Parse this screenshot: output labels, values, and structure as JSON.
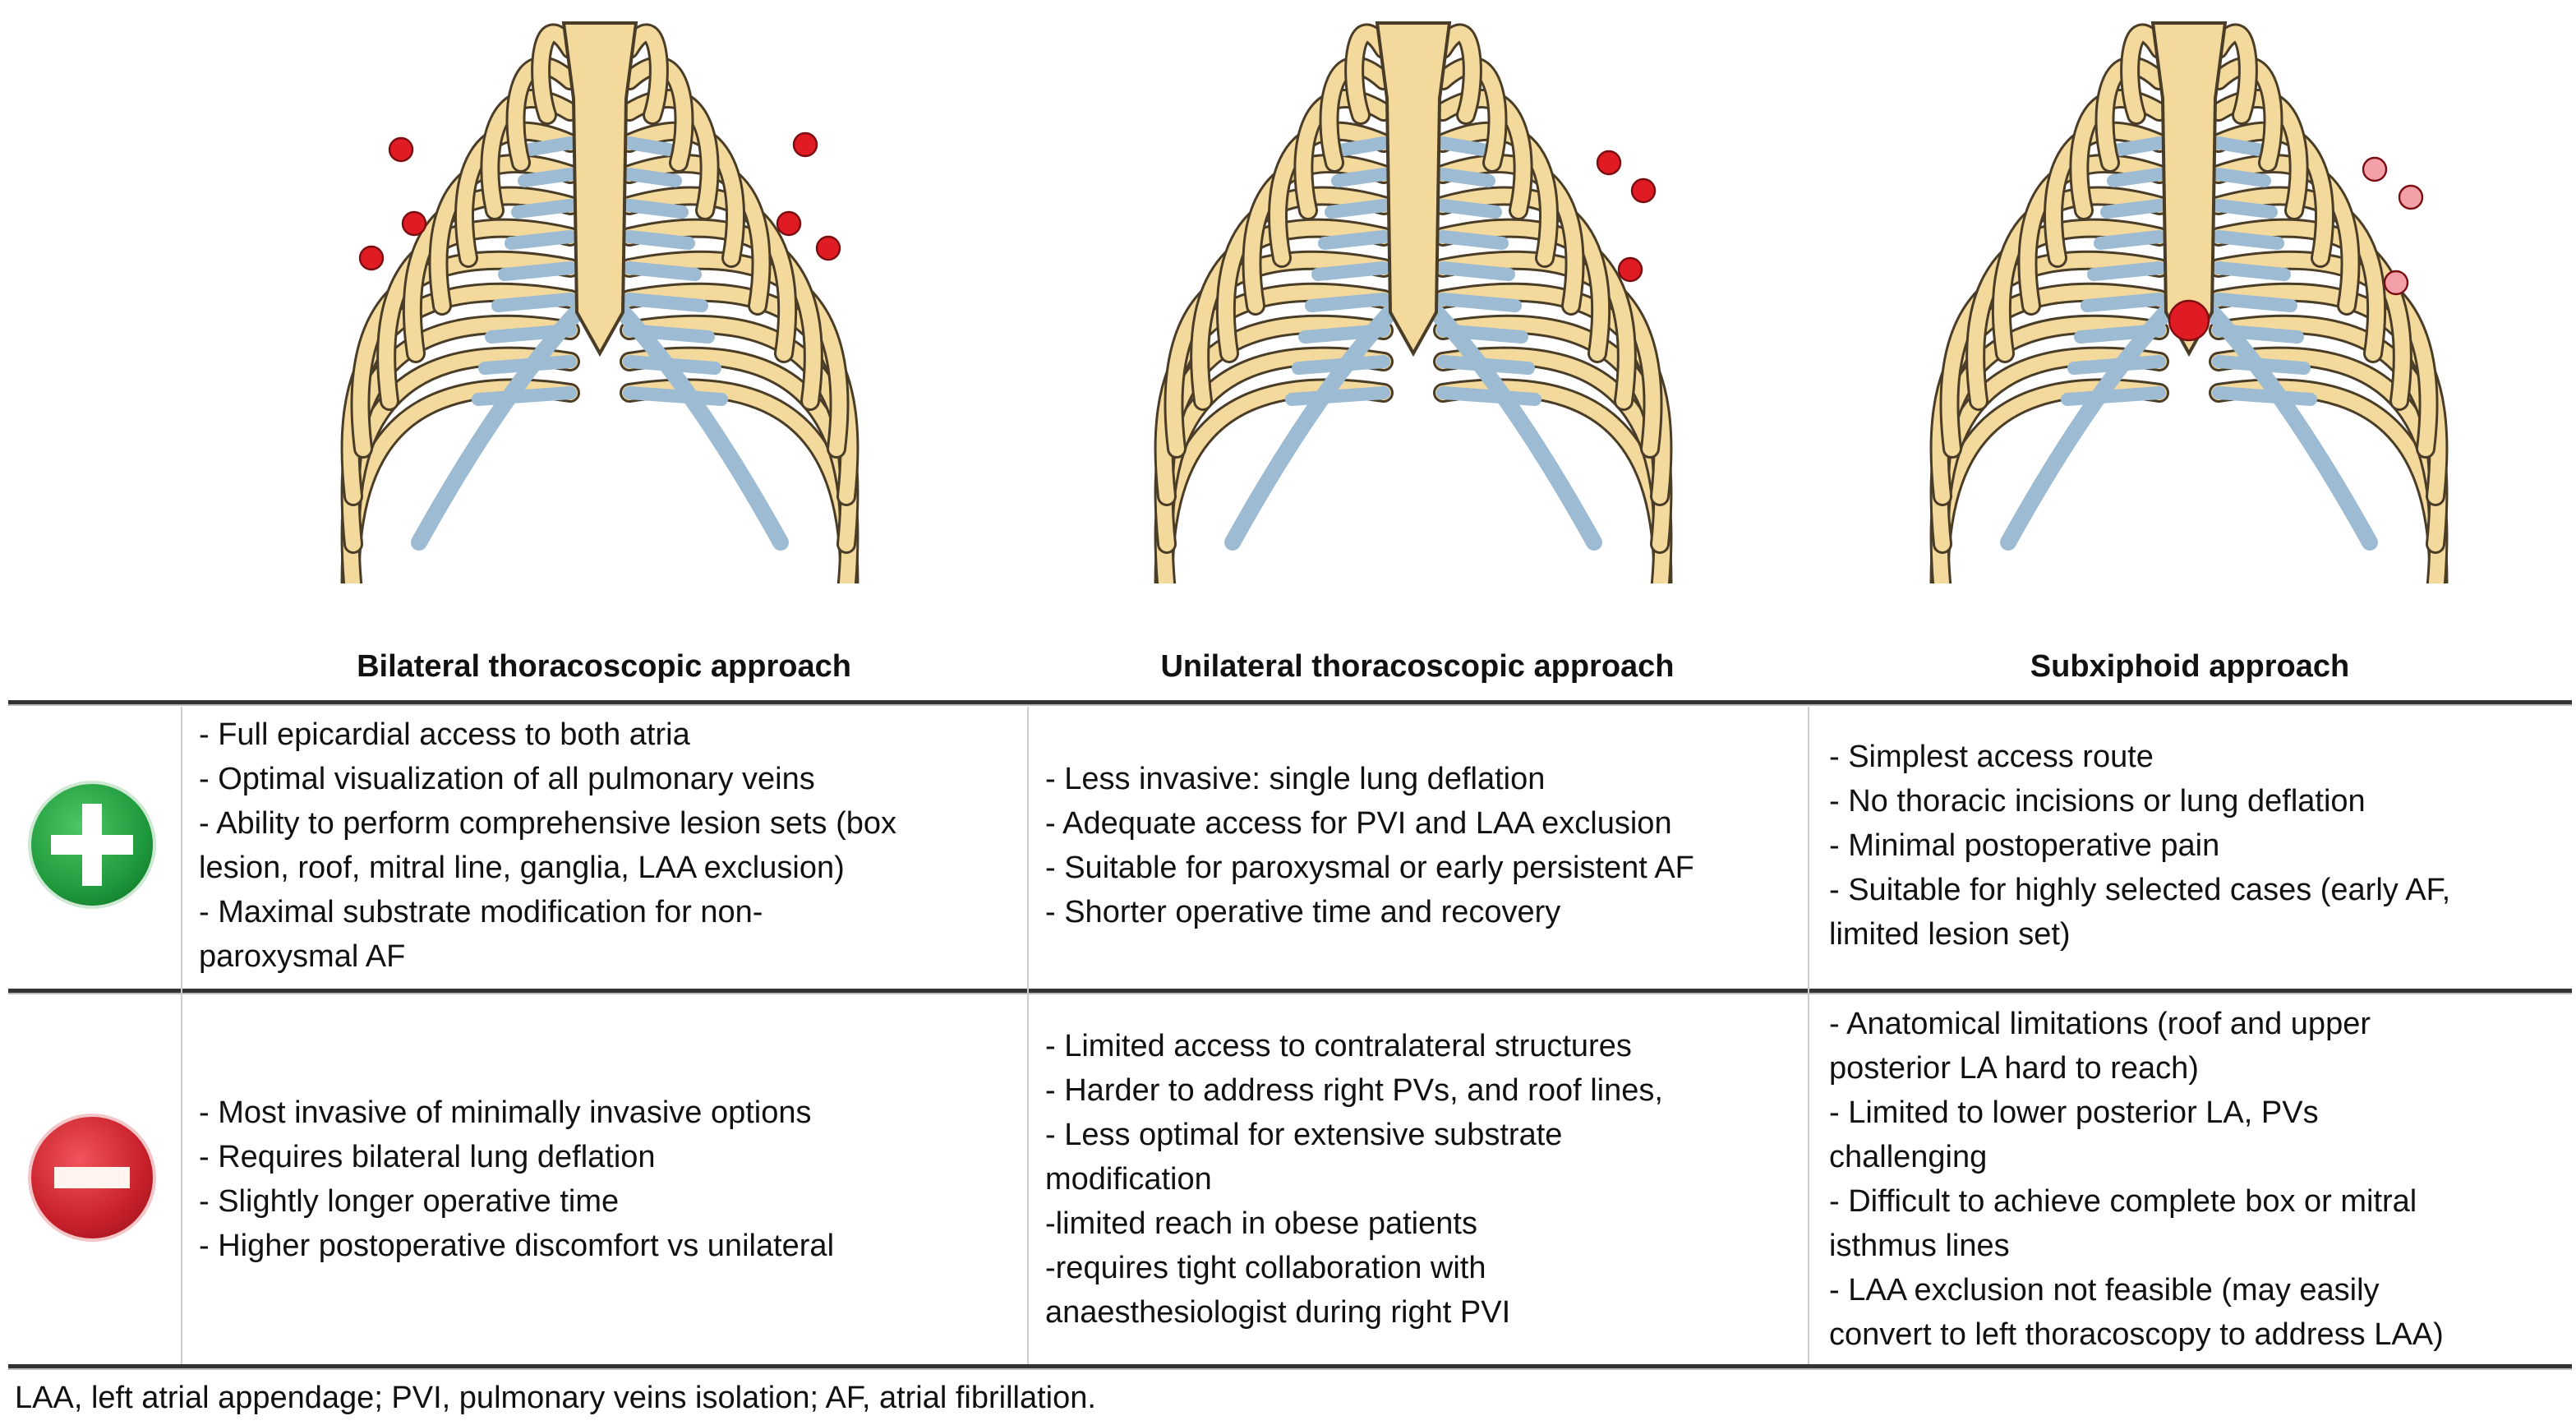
{
  "colors": {
    "bone": "#f4d99c",
    "cartilage": "#9dbbd2",
    "outline": "#4a3d28",
    "marker_red": "#e01b24",
    "marker_pink": "#f3a0a8",
    "plus_green": "#1f9a3c",
    "minus_red": "#c8202a"
  },
  "columns": [
    {
      "header": "Bilateral thoracoscopic approach",
      "pros": [
        "- Full epicardial access to both atria",
        "- Optimal visualization of all pulmonary veins",
        "- Ability to perform comprehensive lesion sets (box",
        "lesion, roof, mitral line, ganglia, LAA exclusion)",
        "- Maximal substrate modification for non-",
        "paroxysmal AF"
      ],
      "cons": [
        "- Most invasive of minimally invasive options",
        "- Requires bilateral lung deflation",
        "- Slightly longer operative time",
        "- Higher postoperative discomfort vs unilateral"
      ]
    },
    {
      "header": "Unilateral thoracoscopic approach",
      "pros": [
        "- Less invasive: single lung deflation",
        "- Adequate access for PVI and LAA exclusion",
        "- Suitable for paroxysmal or early persistent AF",
        "- Shorter operative time and recovery"
      ],
      "cons": [
        "- Limited access to contralateral structures",
        "- Harder to address right PVs, and roof lines,",
        "- Less optimal for extensive substrate",
        "modification",
        "-limited reach in obese patients",
        "-requires tight collaboration with",
        "anaesthesiologist during right PVI"
      ]
    },
    {
      "header": "Subxiphoid approach",
      "pros": [
        "- Simplest access route",
        "- No thoracic incisions or lung deflation",
        "- Minimal postoperative pain",
        "- Suitable for highly selected cases (early AF,",
        "limited lesion set)"
      ],
      "cons": [
        "- Anatomical limitations (roof and upper",
        "posterior LA hard to reach)",
        "- Limited to lower posterior LA, PVs",
        "challenging",
        "- Difficult to achieve complete box or mitral",
        "isthmus lines",
        "- LAA exclusion not feasible (may easily",
        "convert to left thoracoscopy to address LAA)"
      ]
    }
  ],
  "rows": {
    "pros_icon": "plus-icon",
    "cons_icon": "minus-icon"
  },
  "footnote": "LAA, left atrial appendage; PVI, pulmonary veins isolation; AF, atrial fibrillation."
}
